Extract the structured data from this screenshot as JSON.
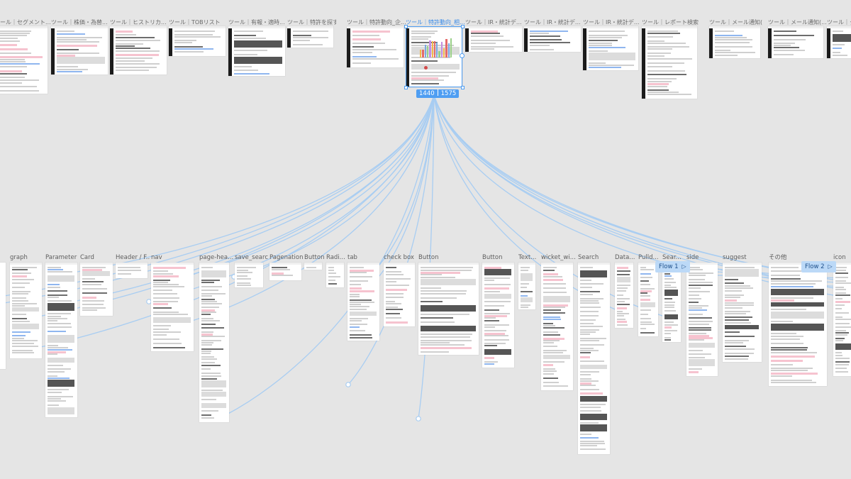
{
  "canvas": {
    "background": "#e5e5e5",
    "connector_color": "#a8cdf2",
    "selection_color": "#4f9ef2"
  },
  "top_frames": [
    {
      "label": "ツール｜セグメント...",
      "selected": false
    },
    {
      "label": "ツール｜株価・為替...",
      "selected": false
    },
    {
      "label": "ツール｜ヒストリカ...",
      "selected": false
    },
    {
      "label": "ツール｜TOBリスト",
      "selected": false
    },
    {
      "label": "ツール｜有報・適時...",
      "selected": false
    },
    {
      "label": "ツール｜特許を探す",
      "selected": false
    },
    {
      "label": "ツール｜特許動向_企...",
      "selected": false
    },
    {
      "label": "ツール｜特許動向_相...",
      "selected": true
    },
    {
      "label": "ツール｜IR・統計デ...",
      "selected": false
    },
    {
      "label": "ツール｜IR・統計デ...",
      "selected": false
    },
    {
      "label": "ツール｜IR・統計デ...",
      "selected": false
    },
    {
      "label": "ツール｜レポート検索",
      "selected": false
    },
    {
      "label": "ツール｜メール通知(...",
      "selected": false
    },
    {
      "label": "ツール｜メール通知(...",
      "selected": false
    },
    {
      "label": "ツール｜タ...",
      "selected": false
    }
  ],
  "selection": {
    "width_label": "1440",
    "height_label": "1575"
  },
  "component_frames": [
    {
      "label": "graph"
    },
    {
      "label": "Parameter"
    },
    {
      "label": "Card"
    },
    {
      "label": "Header / F..."
    },
    {
      "label": "nav"
    },
    {
      "label": "page-hea..."
    },
    {
      "label": "save_search"
    },
    {
      "label": "Pagenation"
    },
    {
      "label": "Button"
    },
    {
      "label": "Radi..."
    },
    {
      "label": "tab"
    },
    {
      "label": "check box"
    },
    {
      "label": "Button"
    },
    {
      "label": "Button"
    },
    {
      "label": "Text..."
    },
    {
      "label": "wicket_wi..."
    },
    {
      "label": "Search"
    },
    {
      "label": "Data..."
    },
    {
      "label": "Pulld..."
    },
    {
      "label": "Sear..."
    },
    {
      "label": "side"
    },
    {
      "label": "suggest"
    },
    {
      "label": "その他"
    },
    {
      "label": "icon"
    }
  ],
  "flows": [
    {
      "label": "Flow 1"
    },
    {
      "label": "Flow 2"
    }
  ],
  "icons": {
    "flow_play": "▷"
  }
}
